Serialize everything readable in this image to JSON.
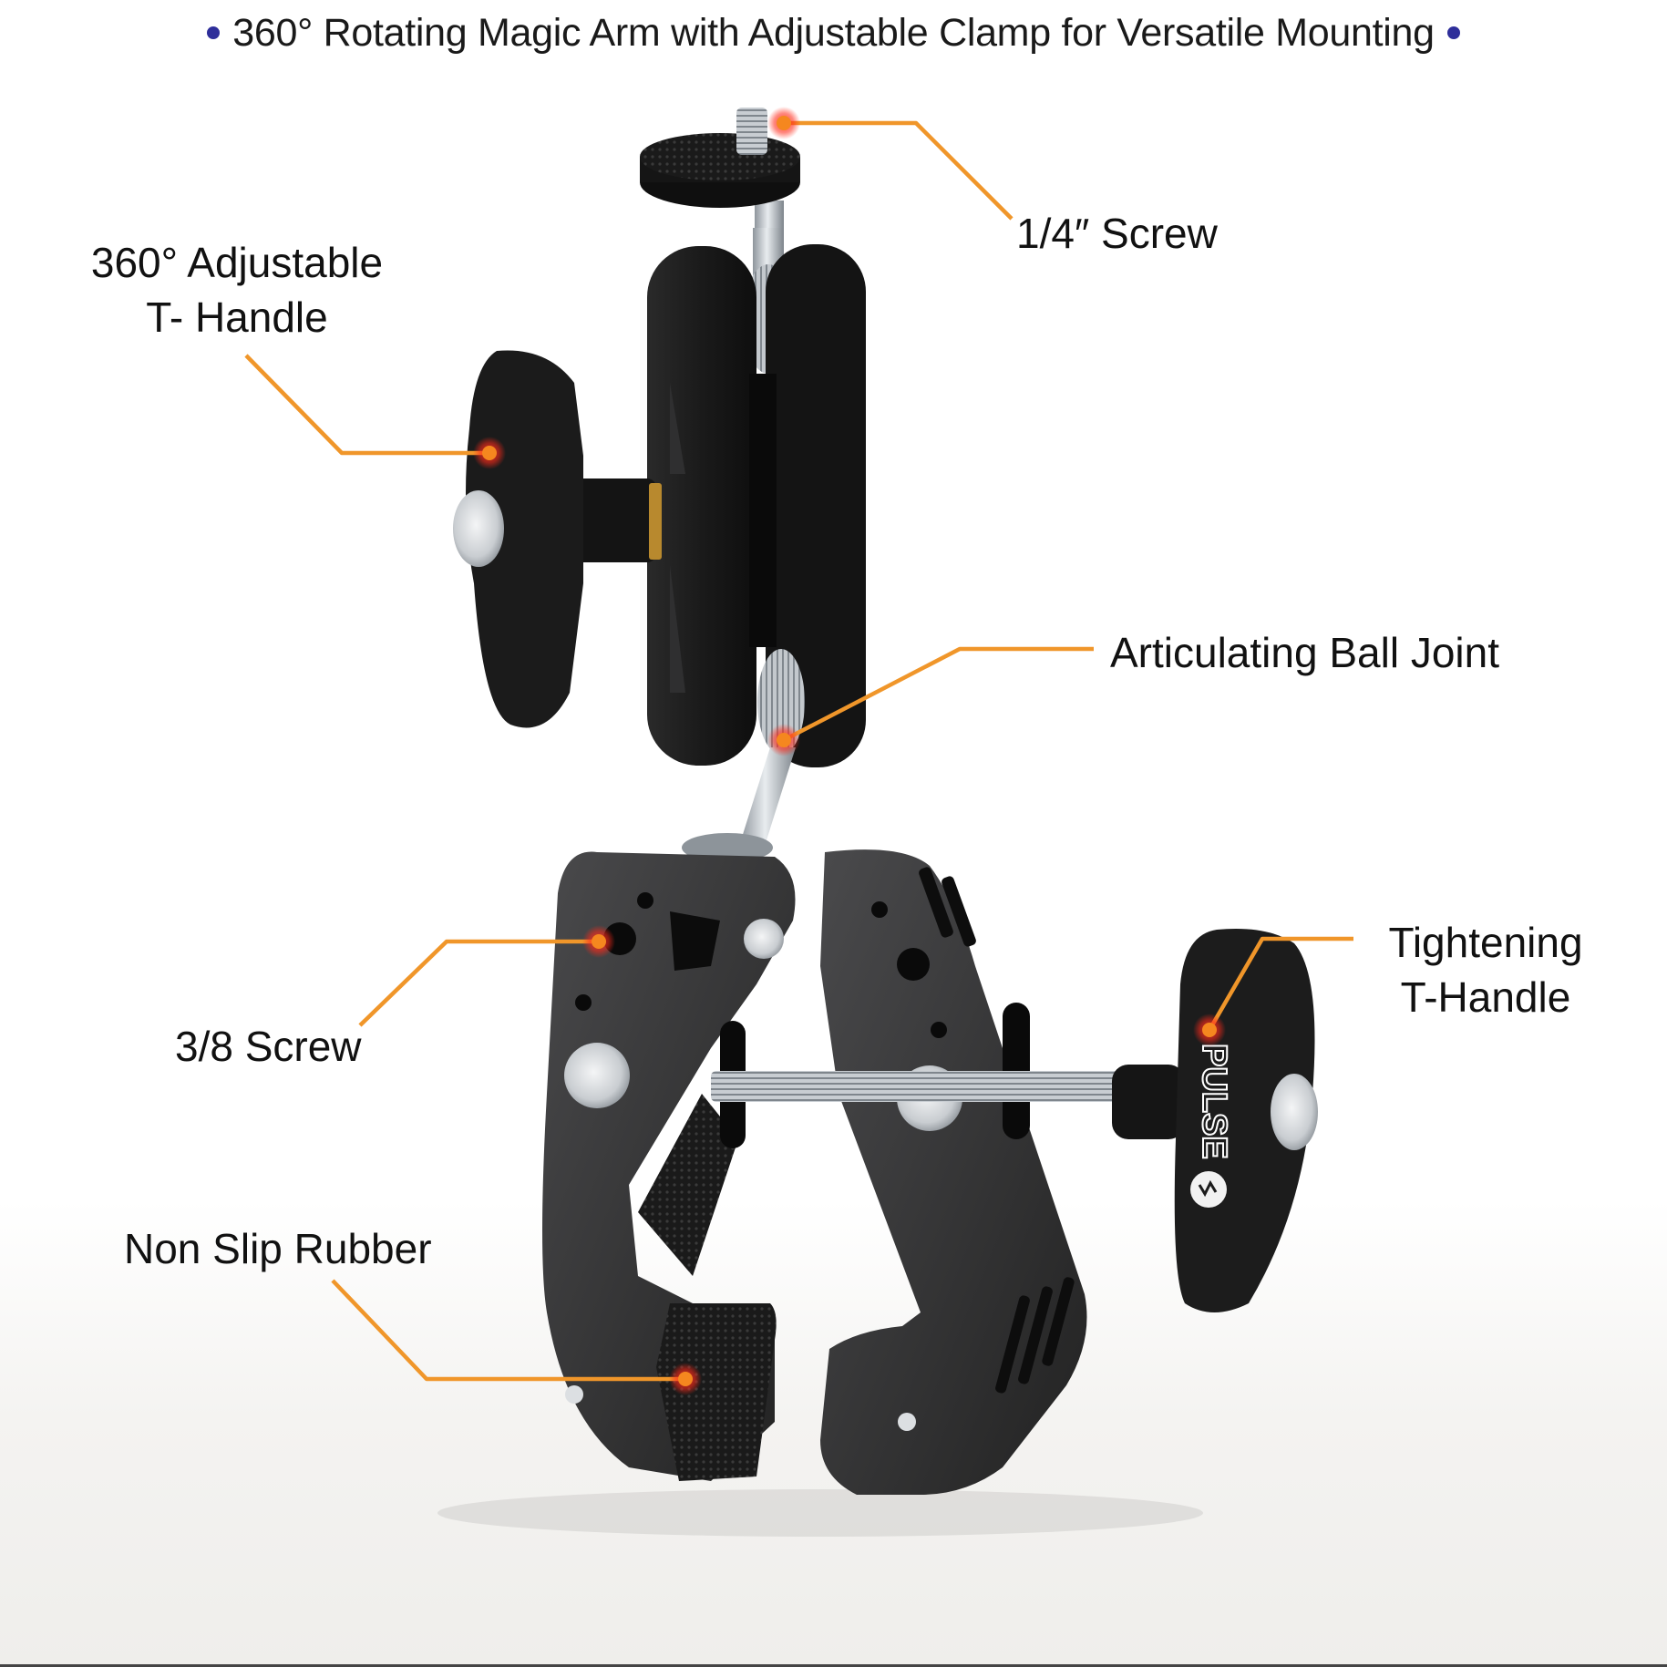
{
  "headline": {
    "text": "360° Rotating Magic Arm with Adjustable Clamp for Versatile Mounting",
    "bullet_color": "#2E2E9A"
  },
  "brand": {
    "logo_text": "PULSE"
  },
  "colors": {
    "callout_line": "#F0962A",
    "callout_dot": "#F5871F",
    "callout_glow": "#E8251E",
    "product_body": "#1c1c1c",
    "metal": "#b9bec4"
  },
  "callouts": [
    {
      "id": "quarter-inch-screw",
      "lines": [
        "1/4″ Screw"
      ]
    },
    {
      "id": "t-handle",
      "lines": [
        "360° Adjustable",
        "T- Handle"
      ]
    },
    {
      "id": "ball-joint",
      "lines": [
        "Articulating Ball Joint"
      ]
    },
    {
      "id": "tightening-handle",
      "lines": [
        "Tightening",
        "T-Handle"
      ]
    },
    {
      "id": "three-eighths-screw",
      "lines": [
        "3/8 Screw"
      ]
    },
    {
      "id": "rubber",
      "lines": [
        "Non Slip Rubber"
      ]
    }
  ]
}
